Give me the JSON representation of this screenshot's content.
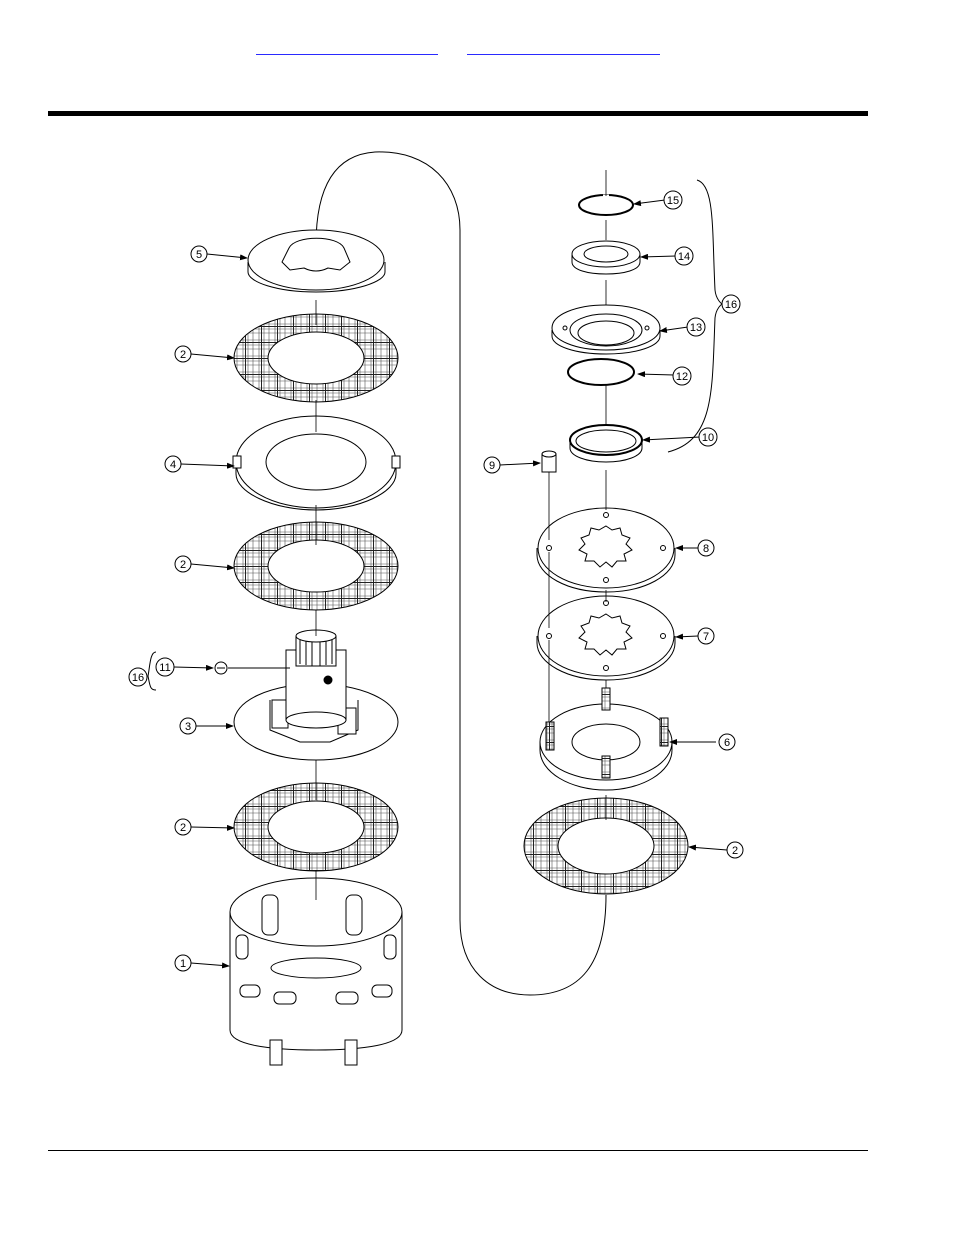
{
  "header": {
    "link_left": "",
    "link_right": ""
  },
  "diagram": {
    "callouts": {
      "c1": "1",
      "c2a": "2",
      "c2b": "2",
      "c2c": "2",
      "c2d": "2",
      "c3": "3",
      "c4": "4",
      "c5": "5",
      "c6": "6",
      "c7": "7",
      "c8": "8",
      "c9": "9",
      "c10": "10",
      "c11": "11",
      "c12": "12",
      "c13": "13",
      "c14": "14",
      "c15": "15",
      "c16a": "16",
      "c16b": "16"
    }
  },
  "colors": {
    "link": "#2a2aff",
    "rule": "#000000",
    "drawing": "#000000"
  }
}
